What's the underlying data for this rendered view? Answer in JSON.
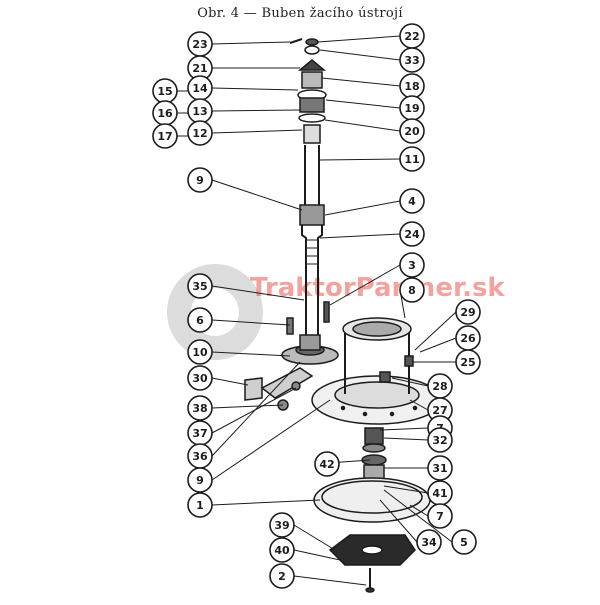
{
  "title": "Obr. 4 — Buben žacího ústrojí",
  "watermark": "TraktorPartner.sk",
  "colors": {
    "ink": "#1c1c1c",
    "paper": "#ffffff",
    "watermark": "#e8584f",
    "gear": "#dcdcdc"
  },
  "callouts_left": [
    "23",
    "21",
    "14",
    "15",
    "13",
    "16",
    "12",
    "17",
    "9",
    "35",
    "6",
    "10",
    "30",
    "38",
    "37",
    "36",
    "9",
    "1",
    "39",
    "40",
    "2"
  ],
  "callouts_right": [
    "22",
    "33",
    "18",
    "19",
    "20",
    "11",
    "4",
    "24",
    "3",
    "8",
    "29",
    "26",
    "25",
    "28",
    "27",
    "7",
    "32",
    "42",
    "31",
    "41",
    "7",
    "34",
    "5"
  ]
}
